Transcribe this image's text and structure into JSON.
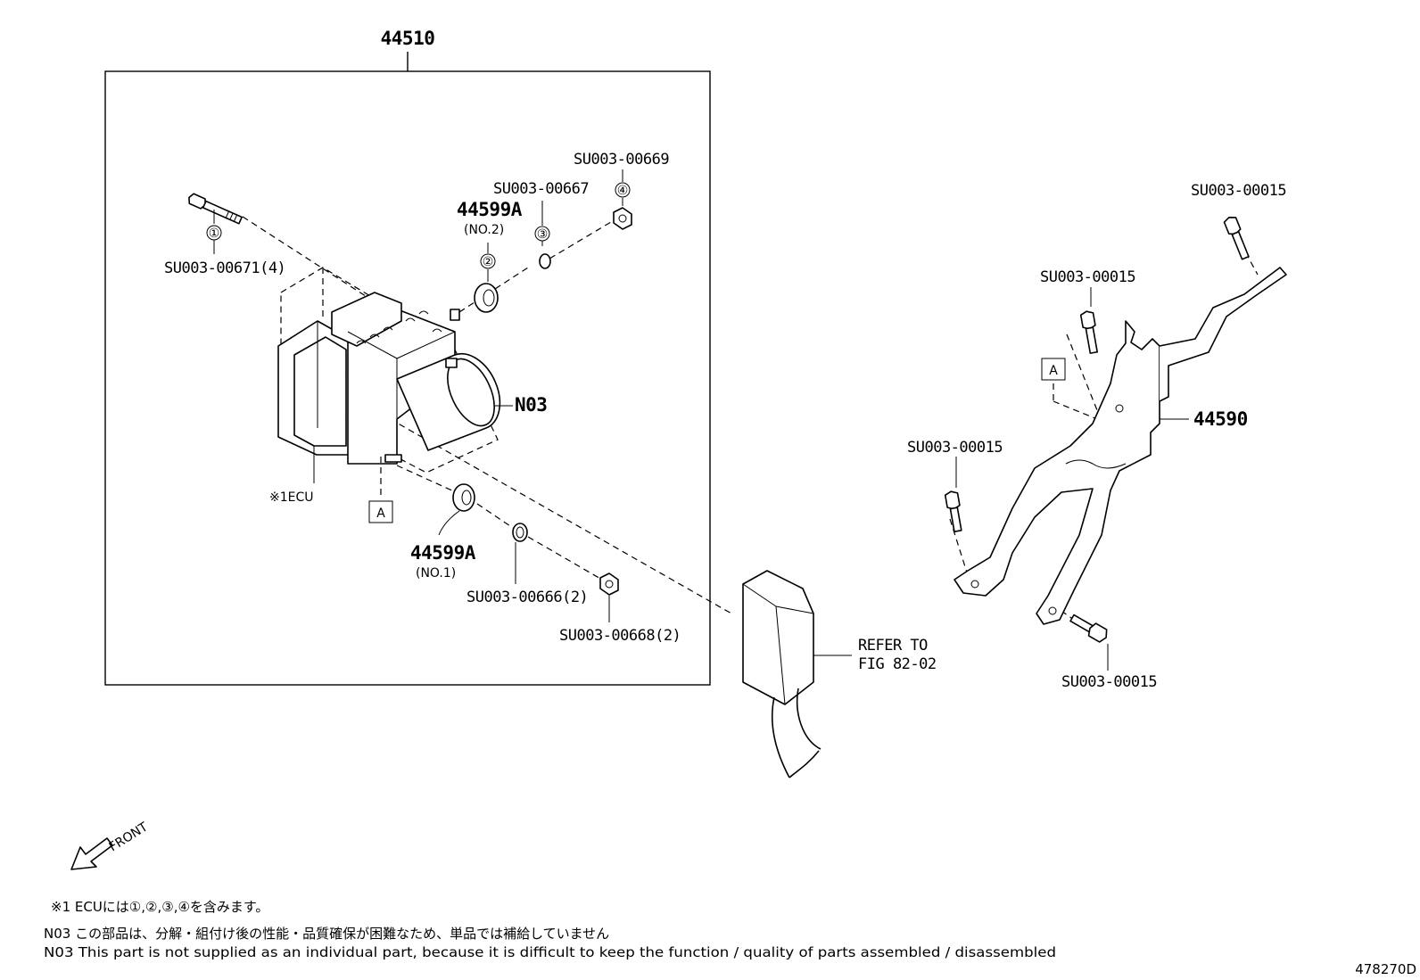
{
  "parts": {
    "assembly": "44510",
    "bracket": "44590",
    "ecu_label": "※1ECU",
    "n03": "N03",
    "bolt_00671": "SU003-00671(4)",
    "washer_00667": "SU003-00667",
    "nut_00669": "SU003-00669",
    "grommet_no2": "44599A",
    "grommet_no2_sub": "(NO.2)",
    "grommet_no1": "44599A",
    "grommet_no1_sub": "(NO.1)",
    "washer_00666": "SU003-00666(2)",
    "nut_00668": "SU003-00668(2)",
    "bolt_top_right": "SU003-00015",
    "bolt_mid": "SU003-00015",
    "bolt_left": "SU003-00015",
    "bolt_bottom": "SU003-00015",
    "refer_line1": "REFER TO",
    "refer_line2": "FIG 82-02",
    "box_a": "A",
    "box_a_right": "A"
  },
  "markers": {
    "m1": "①",
    "m2": "②",
    "m3": "③",
    "m4": "④"
  },
  "front_label": "FRONT",
  "notes": {
    "note1": "※1 ECUには①,②,③,④を含みます。",
    "note2_jp": "N03  この部品は、分解・組付け後の性能・品質確保が困難なため、単品では補給していません",
    "note2_en": "N03  This part is not supplied as an individual part, because it is difficult to keep the function / quality of parts  assembled / disassembled"
  },
  "figure_id": "478270D"
}
